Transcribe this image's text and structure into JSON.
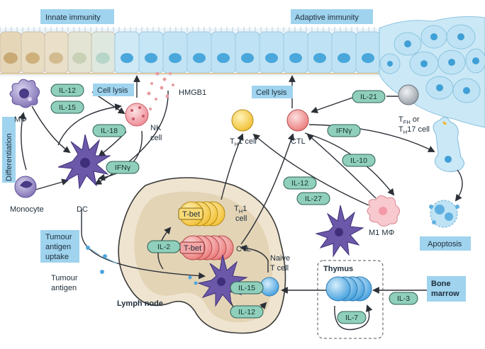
{
  "headers": {
    "innate": "Innate immunity",
    "adaptive": "Adaptive immunity",
    "differentiation": "Differentiation",
    "cell_lysis_left": "Cell lysis",
    "cell_lysis_right": "Cell lysis",
    "tumour_antigen_uptake_1": "Tumour",
    "tumour_antigen_uptake_2": "antigen",
    "tumour_antigen_uptake_3": "uptake",
    "apoptosis": "Apoptosis",
    "bone_marrow_1": "Bone",
    "bone_marrow_2": "marrow"
  },
  "cells": {
    "macrophage": "MΦ",
    "monocyte": "Monocyte",
    "dc": "DC",
    "nk_1": "NK",
    "nk_2": "cell",
    "th1_cell": "T",
    "th1_sub": "H",
    "th1_suffix": "1 cell",
    "ctl": "CTL",
    "tfh_line1_t": "T",
    "tfh_line1_sub": "FH",
    "tfh_line1_suffix": " or",
    "tfh_line2_t": "T",
    "tfh_line2_sub": "H",
    "tfh_line2_suffix": "17 cell",
    "m1": "M1 MΦ",
    "tumour_antigen_1": "Tumour",
    "tumour_antigen_2": "antigen",
    "lymph_node": "Lymph node",
    "tbet_1": "T-bet",
    "tbet_2": "T-bet",
    "ln_th1_t": "T",
    "ln_th1_sub": "H",
    "ln_th1_suffix": "1",
    "ln_th1_cell": "cell",
    "ln_ctl": "CTL",
    "naive_1": "Naive",
    "naive_2": "T cell",
    "thymus": "Thymus",
    "hmgb1": "HMGB1"
  },
  "cytokines": {
    "il12_top": "IL-12",
    "il15_top": "IL-15",
    "il18": "IL-18",
    "ifng_left": "IFNγ",
    "il21": "IL-21",
    "ifng_right": "IFNγ",
    "il10": "IL-10",
    "il12_mid": "IL-12",
    "il27": "IL-27",
    "il2": "IL-2",
    "il15_ln": "IL-15",
    "il12_ln": "IL-12",
    "il7": "IL-7",
    "il3": "IL-3"
  },
  "colors": {
    "label_box": "#9fd3ee",
    "cytokine_pill": "#8fcfbc",
    "epithelium_innate": "#e8dcc3",
    "epithelium_adaptive": "#bfe3f4",
    "macrophage": "#8a7bbf",
    "nk": "#f39aa3",
    "th1": "#f7cf52",
    "ctl": "#f08b8b",
    "naive": "#6fb8e8",
    "dc": "#6c58a8"
  }
}
